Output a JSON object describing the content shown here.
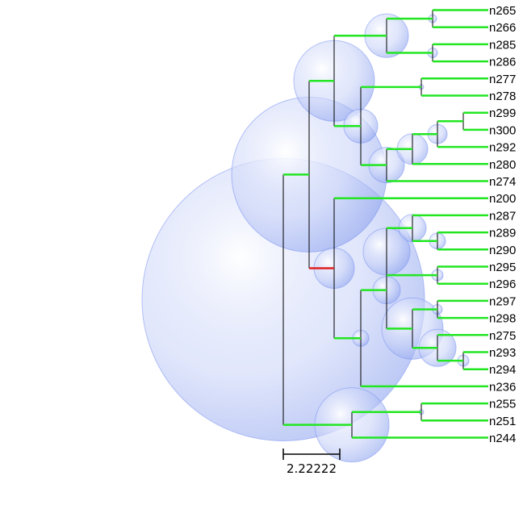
{
  "tree": {
    "leaves": [
      "n265",
      "n266",
      "n285",
      "n286",
      "n277",
      "n278",
      "n299",
      "n300",
      "n292",
      "n280",
      "n274",
      "n200",
      "n287",
      "n289",
      "n290",
      "n295",
      "n296",
      "n297",
      "n298",
      "n275",
      "n293",
      "n294",
      "n236",
      "n255",
      "n251",
      "n244"
    ],
    "scale_bar": {
      "label": "2.22222",
      "value": 2.22222
    },
    "colors": {
      "branch": "#22e622",
      "highlight_branch": "#e02020",
      "connector": "#000000",
      "bubble": "#7b93f0"
    }
  }
}
